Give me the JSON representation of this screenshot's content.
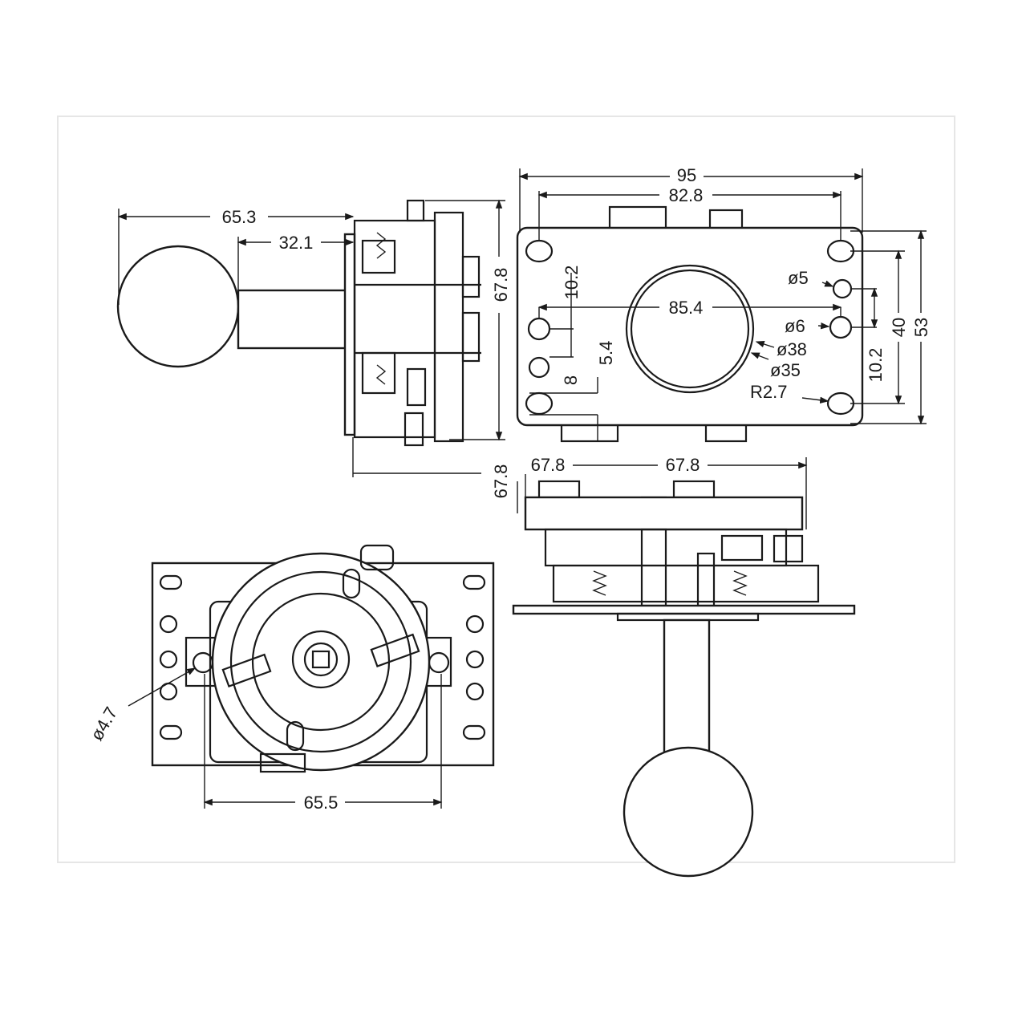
{
  "drawing": {
    "left_side_view": {
      "overall_length": "65.3",
      "shaft_length": "32.1",
      "height": "67.8"
    },
    "top_plate_view": {
      "width_overall": "95",
      "hole_spacing_x": "82.8",
      "inner_hole_spacing": "85.4",
      "hole_pitch_left": "10.2",
      "offset_small": "5.4",
      "edge_offset": "8",
      "hole_d_small": "ø5",
      "hole_d_large": "ø6",
      "ring_outer": "ø38",
      "ring_inner": "ø35",
      "slot_radius": "R2.7",
      "hole_pitch_right": "10.2",
      "hole_spacing_y": "40",
      "height_overall": "53"
    },
    "right_side_view": {
      "width_left": "67.8",
      "width_right": "67.8",
      "height": "67.8"
    },
    "bottom_view": {
      "mount_hole": "ø4.7",
      "mount_spacing": "65.5"
    }
  }
}
